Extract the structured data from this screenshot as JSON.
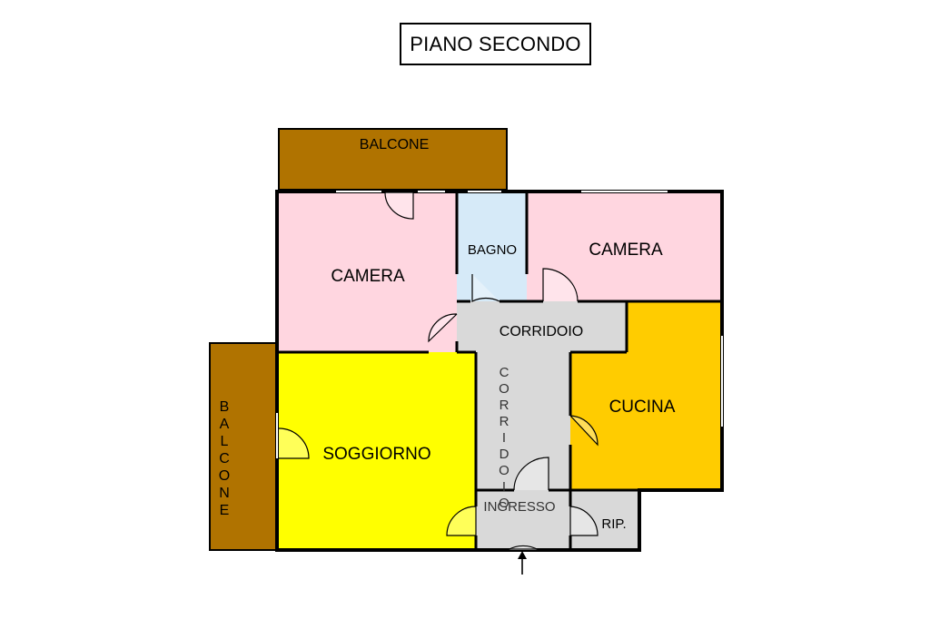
{
  "title": "PIANO SECONDO",
  "rooms": {
    "balcone_top": {
      "label": "BALCONE",
      "color": "#b07300"
    },
    "balcone_left": {
      "label": "BALCONE",
      "color": "#b07300"
    },
    "camera_left": {
      "label": "CAMERA",
      "color": "#ffd6e0"
    },
    "bagno": {
      "label": "BAGNO",
      "color": "#d6eaf8"
    },
    "camera_right": {
      "label": "CAMERA",
      "color": "#ffd6e0"
    },
    "corridoio_h": {
      "label": "CORRIDOIO",
      "color": "#d9d9d9"
    },
    "corridoio_v": {
      "label": "CORRIDOIO",
      "color": "#d9d9d9"
    },
    "cucina": {
      "label": "CUCINA",
      "color": "#ffcc00"
    },
    "soggiorno": {
      "label": "SOGGIORNO",
      "color": "#ffff00"
    },
    "ingresso": {
      "label": "INGRESSO",
      "color": "#d9d9d9"
    },
    "ripostiglio": {
      "label": "RIP.",
      "color": "#d9d9d9"
    }
  },
  "icons": {
    "entrance": "arrow-up-icon",
    "doors": "door-swing-icon"
  }
}
